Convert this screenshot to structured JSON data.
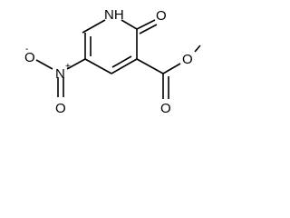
{
  "structure": {
    "atoms": {
      "nh": "NH",
      "ring_carbonyl_oxygen": "O",
      "nitro_nitrogen": "N",
      "nitro_charge_plus": "+",
      "nitro_oxygen_left": "O",
      "nitro_charge_minus": "-",
      "nitro_oxygen_bottom": "O",
      "ester_carbonyl_oxygen": "O",
      "ester_ether_oxygen": "O"
    },
    "colors": {
      "bond": "#000000",
      "label": "#000000",
      "background": "#ffffff"
    }
  }
}
